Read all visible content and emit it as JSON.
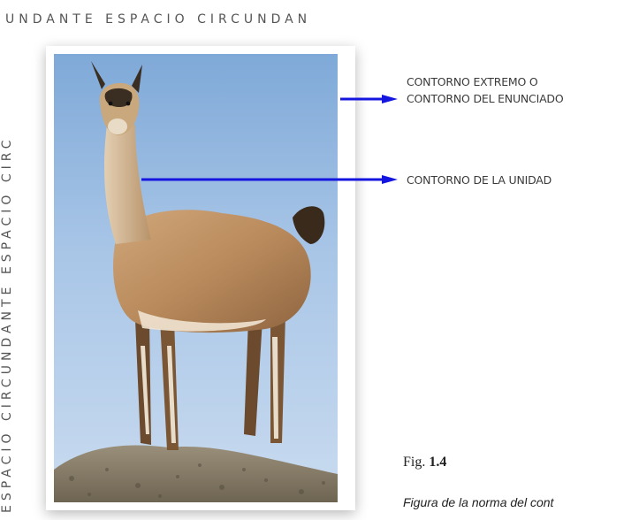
{
  "surround_text_top": "UNDANTE ESPACIO CIRCUNDAN",
  "surround_text_side": "ESPACIO CIRCUNDANTE ESPACIO CIRC",
  "annotations": {
    "outer_contour_line1": "CONTORNO EXTREMO O",
    "outer_contour_line2": "CONTORNO DEL ENUNCIADO",
    "unit_contour": "CONTORNO DE LA UNIDAD"
  },
  "figure": {
    "prefix": "Fig.",
    "number": "1.4",
    "caption": "Figura de la norma del cont"
  },
  "colors": {
    "arrow": "#1515e0",
    "sky": "#a9c6e7",
    "llama": "#b98a5c"
  },
  "icons": [
    "arrow-right-icon",
    "llama-photo"
  ]
}
